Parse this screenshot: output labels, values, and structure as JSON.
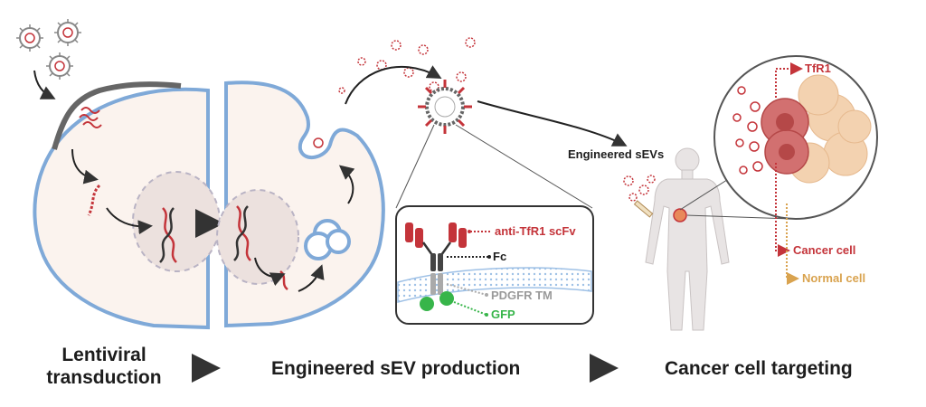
{
  "stages": {
    "lentiviral": "Lentiviral\ntransduction",
    "production": "Engineered sEV production",
    "targeting": "Cancer cell targeting"
  },
  "labels": {
    "engineered_sevs": "Engineered sEVs",
    "anti_tfr1": "anti-TfR1 scFv",
    "fc": "Fc",
    "pdgfr_tm": "PDGFR TM",
    "gfp": "GFP",
    "tfr1": "TfR1",
    "cancer_cell": "Cancer cell",
    "normal_cell": "Normal cell"
  },
  "colors": {
    "membrane": "#7fa9d8",
    "cytoplasm": "#fbf3ee",
    "red": "#c4343a",
    "gfp_green": "#37b54a",
    "normal_tan": "#d9a34f",
    "gray_text": "#9a9a9a",
    "arrow": "#555555"
  }
}
